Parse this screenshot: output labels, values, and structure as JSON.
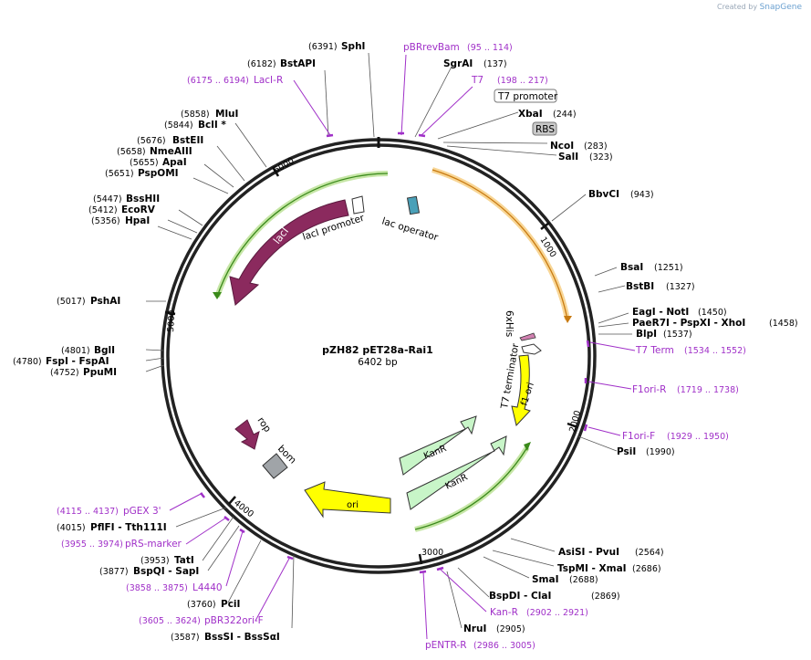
{
  "credit": {
    "prefix": "Created by",
    "brand": "SnapGene"
  },
  "plasmid": {
    "name": "pZH82 pET28a-Rai1",
    "length_label": "6402 bp"
  },
  "ruler": [
    "1000",
    "2000",
    "3000",
    "4000",
    "5000",
    "6000"
  ],
  "features": [
    {
      "name": "lacI",
      "color": "#8b2a5e"
    },
    {
      "name": "lacI promoter",
      "color": "#ffffff"
    },
    {
      "name": "lac operator",
      "color": "#4aa0b8"
    },
    {
      "name": "T7 promoter",
      "color": "#ffffff"
    },
    {
      "name": "RBS",
      "color": "#bfbfbf"
    },
    {
      "name": "6xHis",
      "color": "#d080b0"
    },
    {
      "name": "T7 terminator",
      "color": "#ffffff"
    },
    {
      "name": "f1 ori",
      "color": "#ffff00"
    },
    {
      "name": "KanR",
      "color": "#c8f5c8"
    },
    {
      "name": "KanR",
      "color": "#c8f5c8"
    },
    {
      "name": "ori",
      "color": "#ffff00"
    },
    {
      "name": "rop",
      "color": "#8b2a5e"
    },
    {
      "name": "bom",
      "color": "#a0a4a8"
    }
  ],
  "sites": [
    {
      "name": "SphI",
      "pos": "(6391)"
    },
    {
      "name": "BstAPI",
      "pos": "(6182)"
    },
    {
      "name": "MluI",
      "pos": "(5858)"
    },
    {
      "name": "BclI *",
      "pos": "(5844)"
    },
    {
      "name": "BstEII",
      "pos": "(5676)"
    },
    {
      "name": "NmeAIII",
      "pos": "(5658)"
    },
    {
      "name": "ApaI",
      "pos": "(5655)"
    },
    {
      "name": "PspOMI",
      "pos": "(5651)"
    },
    {
      "name": "BssHII",
      "pos": "(5447)"
    },
    {
      "name": "EcoRV",
      "pos": "(5412)"
    },
    {
      "name": "HpaI",
      "pos": "(5356)"
    },
    {
      "name": "PshAI",
      "pos": "(5017)"
    },
    {
      "name": "BglI",
      "pos": "(4801)"
    },
    {
      "name": "FspI  -  FspAI",
      "pos": "(4780)"
    },
    {
      "name": "PpuMI",
      "pos": "(4752)"
    },
    {
      "name": "PflFI  -  Tth111I",
      "pos": "(4015)"
    },
    {
      "name": "TatI",
      "pos": "(3953)"
    },
    {
      "name": "BspQI  -  SapI",
      "pos": "(3877)"
    },
    {
      "name": "PciI",
      "pos": "(3760)"
    },
    {
      "name": "BssSI  -  BssSαI",
      "pos": "(3587)"
    },
    {
      "name": "SgrAI",
      "pos": "(137)"
    },
    {
      "name": "XbaI",
      "pos": "(244)"
    },
    {
      "name": "NcoI",
      "pos": "(283)"
    },
    {
      "name": "SalI",
      "pos": "(323)"
    },
    {
      "name": "BbvCI",
      "pos": "(943)"
    },
    {
      "name": "BsaI",
      "pos": "(1251)"
    },
    {
      "name": "BstBI",
      "pos": "(1327)"
    },
    {
      "name": "EagI  -  NotI",
      "pos": "(1450)"
    },
    {
      "name": "PaeR7I  -  PspXI  -  XhoI",
      "pos": "(1458)"
    },
    {
      "name": "BlpI",
      "pos": "(1537)"
    },
    {
      "name": "PsiI",
      "pos": "(1990)"
    },
    {
      "name": "AsiSI  -  PvuI",
      "pos": "(2564)"
    },
    {
      "name": "TspMI  -  XmaI",
      "pos": "(2686)"
    },
    {
      "name": "SmaI",
      "pos": "(2688)"
    },
    {
      "name": "BspDI  -  ClaI",
      "pos": "(2869)"
    },
    {
      "name": "NruI",
      "pos": "(2905)"
    }
  ],
  "primers": [
    {
      "name": "pBRrevBam",
      "range": "(95 .. 114)"
    },
    {
      "name": "T7",
      "range": "(198 .. 217)"
    },
    {
      "name": "LacI-R",
      "range": "(6175 .. 6194)"
    },
    {
      "name": "T7 Term",
      "range": "(1534 .. 1552)"
    },
    {
      "name": "F1ori-R",
      "range": "(1719 .. 1738)"
    },
    {
      "name": "F1ori-F",
      "range": "(1929 .. 1950)"
    },
    {
      "name": "pGEX 3'",
      "range": "(4115 .. 4137)"
    },
    {
      "name": "pRS-marker",
      "range": "(3955 .. 3974)"
    },
    {
      "name": "L4440",
      "range": "(3858 .. 3875)"
    },
    {
      "name": "pBR322ori-F",
      "range": "(3605 .. 3624)"
    },
    {
      "name": "Kan-R",
      "range": "(2902 .. 2921)"
    },
    {
      "name": "pENTR-R",
      "range": "(2986 .. 3005)"
    }
  ],
  "boxed_labels": [
    {
      "text": "T7 promoter"
    },
    {
      "text": "RBS"
    }
  ]
}
